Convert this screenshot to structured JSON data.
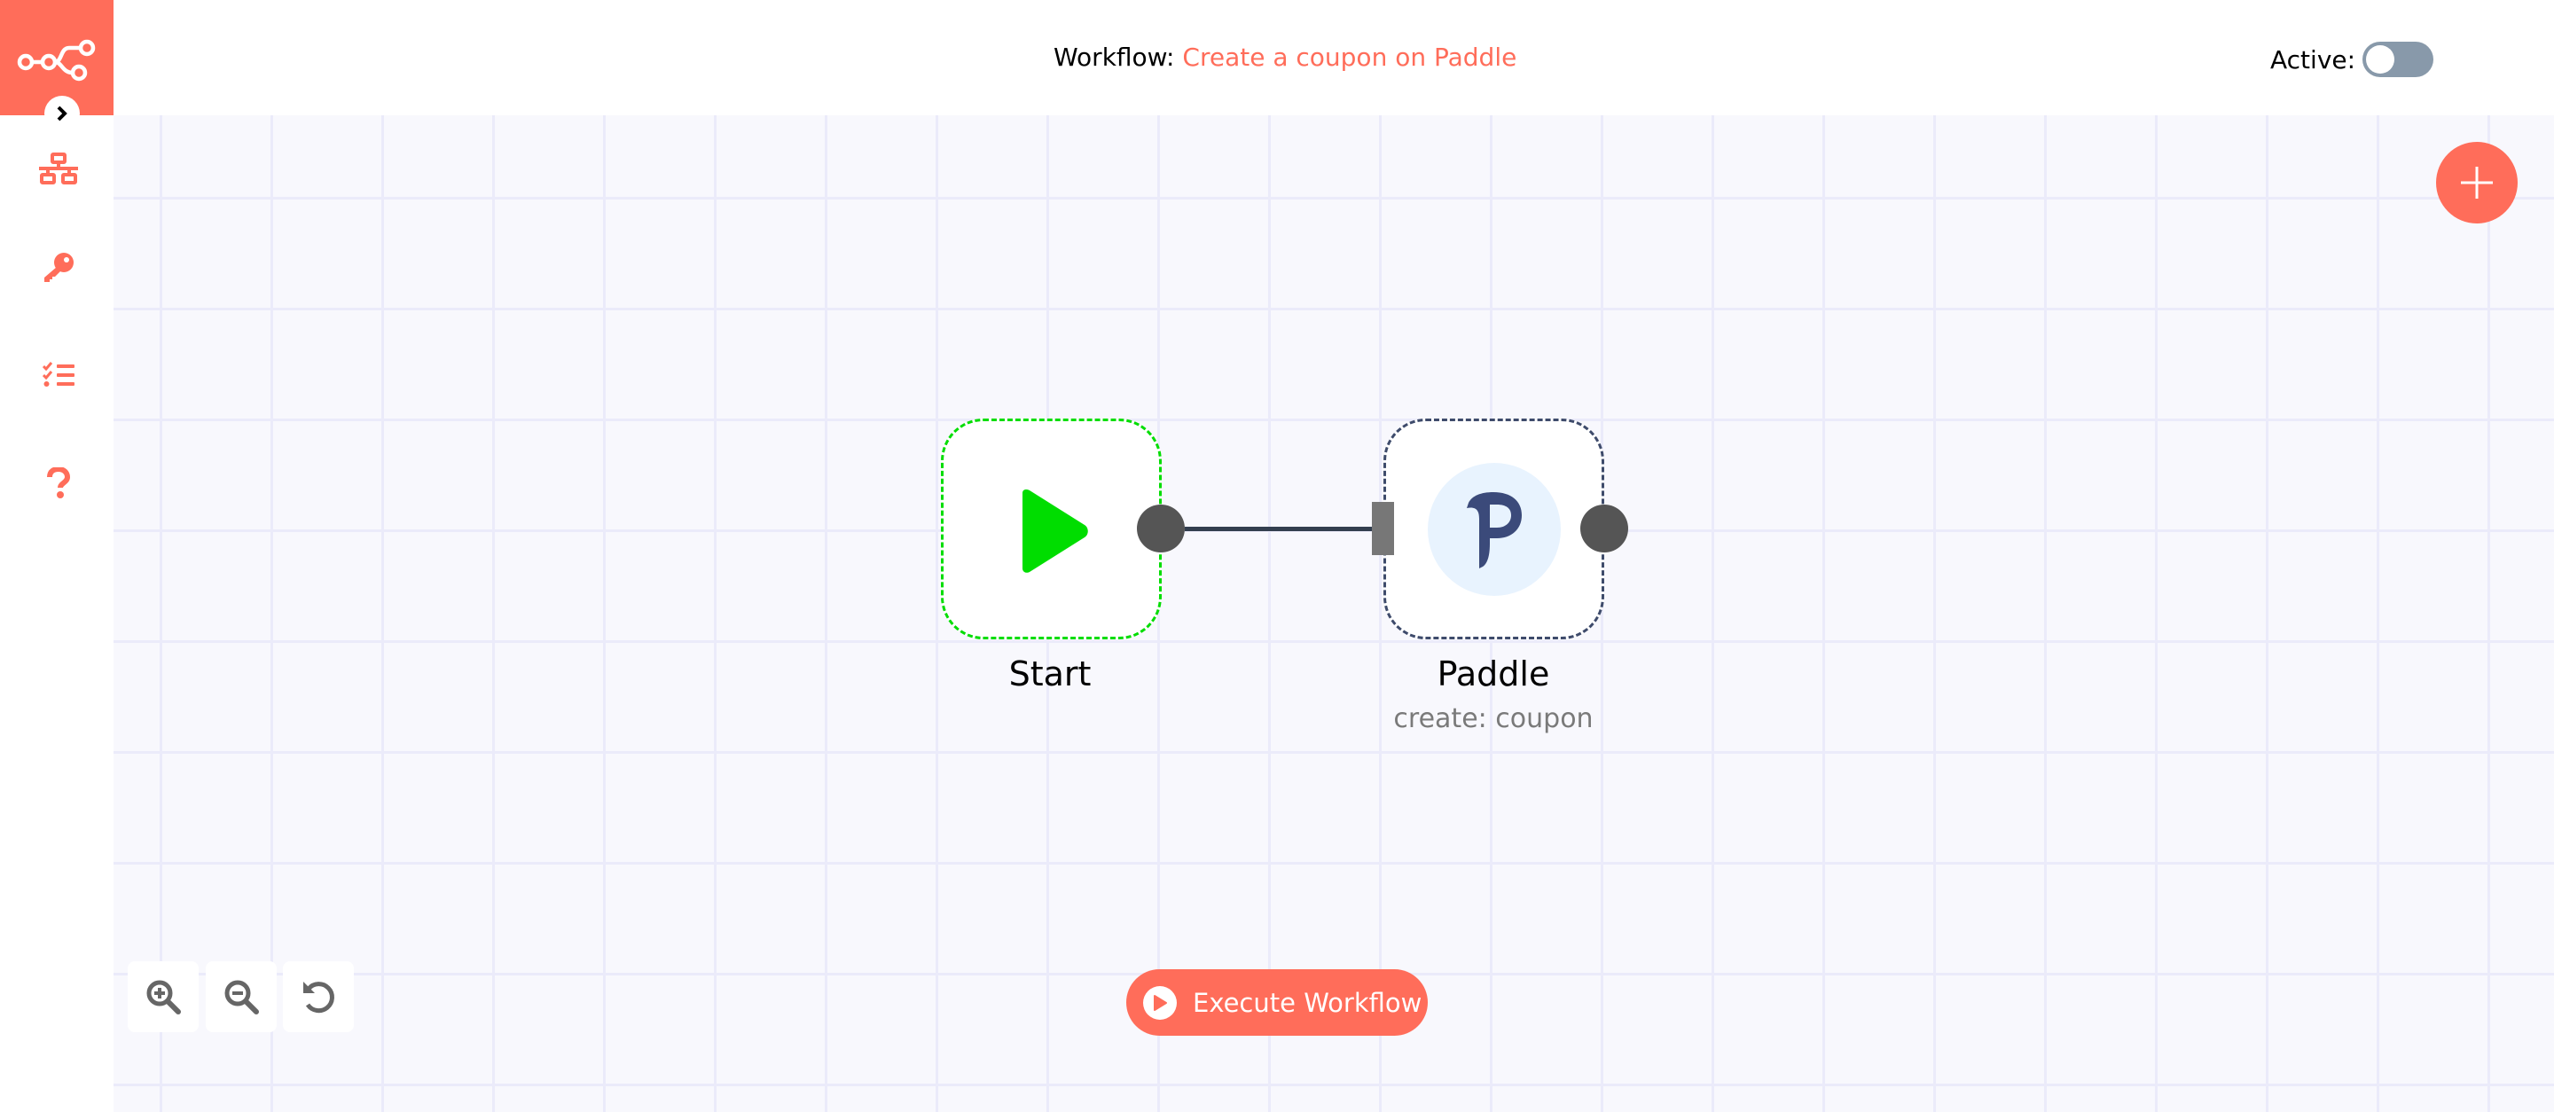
{
  "header": {
    "workflow_prefix": "Workflow:",
    "workflow_name": "Create a coupon on Paddle",
    "active_label": "Active:",
    "active_state": false
  },
  "sidebar": {
    "logo": "n8n-logo-icon",
    "expand_icon": "chevron-right-icon",
    "items": [
      {
        "name": "workflows",
        "icon": "network-icon"
      },
      {
        "name": "credentials",
        "icon": "key-icon"
      },
      {
        "name": "executions",
        "icon": "tasks-list-icon"
      },
      {
        "name": "help",
        "icon": "question-icon"
      }
    ]
  },
  "canvas": {
    "add_node_icon": "plus-icon",
    "nodes": [
      {
        "name": "Start",
        "subtitle": "",
        "icon": "play-icon",
        "border_color": "#00dd00"
      },
      {
        "name": "Paddle",
        "subtitle": "create: coupon",
        "icon": "paddle-logo-icon",
        "border_color": "#3e4b6b"
      }
    ],
    "connections": [
      {
        "from": "Start",
        "to": "Paddle"
      }
    ]
  },
  "controls": {
    "zoom_in_icon": "zoom-in-icon",
    "zoom_out_icon": "zoom-out-icon",
    "reset_icon": "undo-icon"
  },
  "execute": {
    "label": "Execute Workflow",
    "icon": "play-circle-icon"
  },
  "colors": {
    "accent": "#ff6d5a",
    "canvas_bg": "#f8f8fd",
    "grid": "#ebebfa",
    "toggle_off": "#8899aa",
    "start_green": "#00dd00",
    "handle": "#555555"
  }
}
